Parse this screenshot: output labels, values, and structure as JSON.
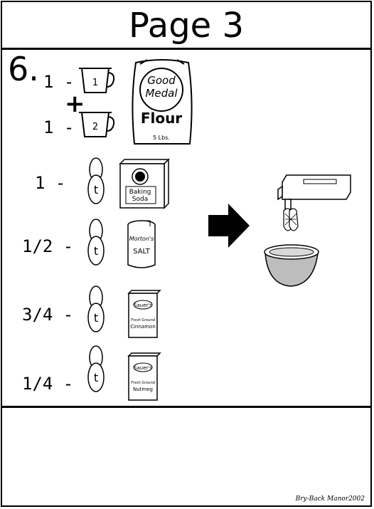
{
  "header": {
    "title": "Page 3"
  },
  "step": {
    "number": "6."
  },
  "flour": {
    "first_amount": "1 -",
    "first_cup": "1",
    "plus": "+",
    "second_amount": "1 -",
    "second_cup": "2",
    "bag": {
      "line1": "Good",
      "line2": "Medal",
      "line3": "Flour",
      "weight": "5 Lbs."
    }
  },
  "ingredients": [
    {
      "amount": "1 -",
      "spoon": "t",
      "item_line1": "Baking",
      "item_line2": "Soda"
    },
    {
      "amount": "1/2 -",
      "spoon": "t",
      "item_line1": "Morton's",
      "item_line2": "SALT"
    },
    {
      "amount": "3/4 -",
      "spoon": "t",
      "brand": "Sauer's",
      "item_line1": "Fresh Ground",
      "item_line2": "Cinnamon"
    },
    {
      "amount": "1/4 -",
      "spoon": "t",
      "brand": "Sauer's",
      "item_line1": "Fresh Ground",
      "item_line2": "Nutmeg"
    }
  ],
  "footer": {
    "credit": "Bry-Back Manor2002"
  }
}
